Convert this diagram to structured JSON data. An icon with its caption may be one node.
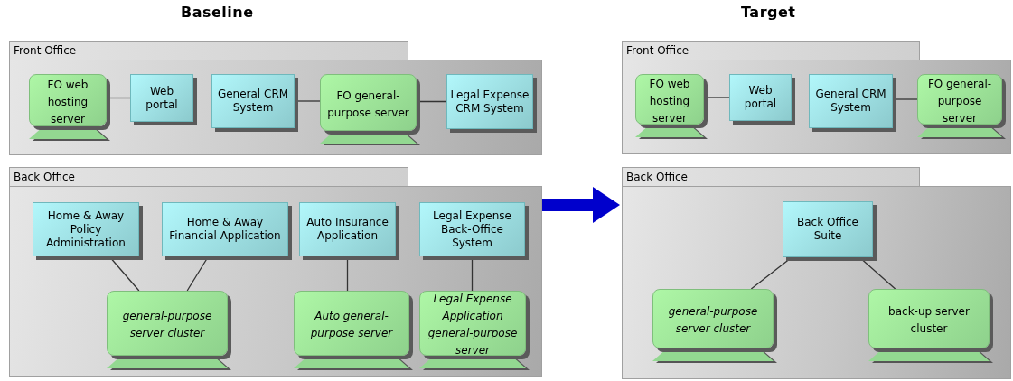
{
  "diagram": {
    "nodes": [
      {
        "text": [
          "Front Office"
        ]
      },
      {
        "text": [
          "FO web hosting server"
        ],
        "in": 0
      },
      {
        "text": [
          "Web portal"
        ],
        "in": 0
      },
      {
        "text": [
          "General CRM System"
        ],
        "in": 0
      },
      {
        "text": [
          "FO general-purpose server"
        ],
        "in": 0
      },
      {
        "text": [
          "Legal Expense CRM System"
        ],
        "in": 0
      },
      {
        "text": [
          "Back Office"
        ]
      },
      {
        "text": [
          "Home & Away Policy Administration"
        ],
        "in": 6
      },
      {
        "text": [
          "Home & Away Financial Application"
        ],
        "in": 6
      },
      {
        "text": [
          "Auto Insurance Application"
        ],
        "in": 6
      },
      {
        "text": [
          "Legal Expense Back-Office System"
        ],
        "in": 6
      },
      {
        "text": [
          "general-purpose server cluster"
        ],
        "in": 6
      },
      {
        "text": [
          "Auto general-purpose server"
        ],
        "in": 6
      },
      {
        "text": [
          "Legal Expense Application general-purpose server"
        ],
        "in": 6
      },
      {
        "text": [
          "Front Office"
        ]
      },
      {
        "text": [
          "FO web hosting server"
        ],
        "in": 14
      },
      {
        "text": [
          "Web portal"
        ],
        "in": 14
      },
      {
        "text": [
          "General CRM System"
        ],
        "in": 14
      },
      {
        "text": [
          "FO general-purpose server"
        ],
        "in": 14
      },
      {
        "text": [
          "Back Office"
        ]
      },
      {
        "text": [
          "Back Office Suite"
        ],
        "in": 19
      },
      {
        "text": [
          "general-purpose server cluster"
        ],
        "in": 19
      },
      {
        "text": [
          "back-up server cluster"
        ],
        "in": 19
      }
    ],
    "edges": [
      {
        "from": 1,
        "to": 2,
        "arrow": "none"
      },
      {
        "from": 3,
        "to": 4,
        "arrow": "none"
      },
      {
        "from": 4,
        "to": 5,
        "arrow": "none"
      },
      {
        "from": 7,
        "to": 11,
        "arrow": "none"
      },
      {
        "from": 8,
        "to": 11,
        "arrow": "none"
      },
      {
        "from": 9,
        "to": 12,
        "arrow": "none"
      },
      {
        "from": 10,
        "to": 13,
        "arrow": "none"
      },
      {
        "from": 15,
        "to": 16,
        "arrow": "none"
      },
      {
        "from": 17,
        "to": 18,
        "arrow": "none"
      },
      {
        "from": 20,
        "to": 21,
        "arrow": "none"
      },
      {
        "from": 20,
        "to": 22,
        "arrow": "none"
      },
      {
        "from": 6,
        "to": 19,
        "arrow": "to",
        "style": "thick",
        "color": "#0000cc"
      }
    ],
    "labels": [
      "Baseline",
      "Target"
    ]
  }
}
